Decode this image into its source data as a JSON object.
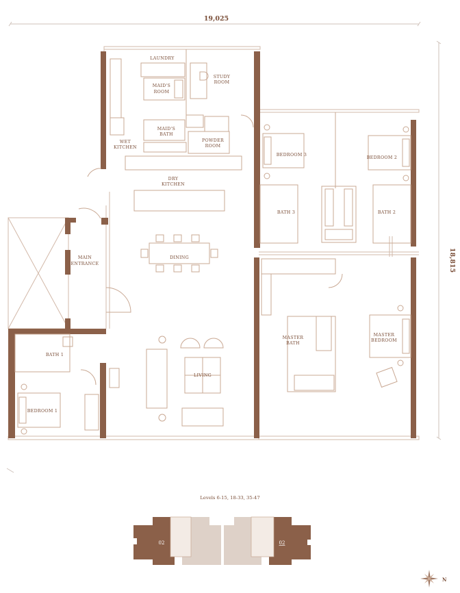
{
  "dimensions": {
    "width_label": "19,025",
    "depth_label": "18,815"
  },
  "rooms": {
    "laundry": "LAUNDRY",
    "maids_room": [
      "MAID'S",
      "ROOM"
    ],
    "study_room": [
      "STUDY",
      "ROOM"
    ],
    "maids_bath": [
      "MAID'S",
      "BATH"
    ],
    "wet_kitchen": [
      "WET",
      "KITCHEN"
    ],
    "powder_room": [
      "POWDER",
      "ROOM"
    ],
    "dry_kitchen": [
      "DRY",
      "KITCHEN"
    ],
    "bedroom_3": "BEDROOM 3",
    "bedroom_2": "BEDROOM 2",
    "bath_3": "BATH 3",
    "bath_2": "BATH 2",
    "main_entrance": [
      "MAIN",
      "ENTRANCE"
    ],
    "dining": "DINING",
    "master_bath": [
      "MASTER",
      "BATH"
    ],
    "master_bedroom": [
      "MASTER",
      "BEDROOM"
    ],
    "bath_1": "BATH 1",
    "living": "LIVING",
    "bedroom_1": "BEDROOM 1"
  },
  "key_plan": {
    "levels": "Levels 6-15, 18-33, 35-47",
    "unit_left": "02",
    "unit_right": "02"
  },
  "compass": {
    "north": "N"
  },
  "colors": {
    "wall": "#8b6049",
    "line": "#d2b8a8",
    "text": "#7a4e38",
    "key_light": "#ded1c8"
  }
}
